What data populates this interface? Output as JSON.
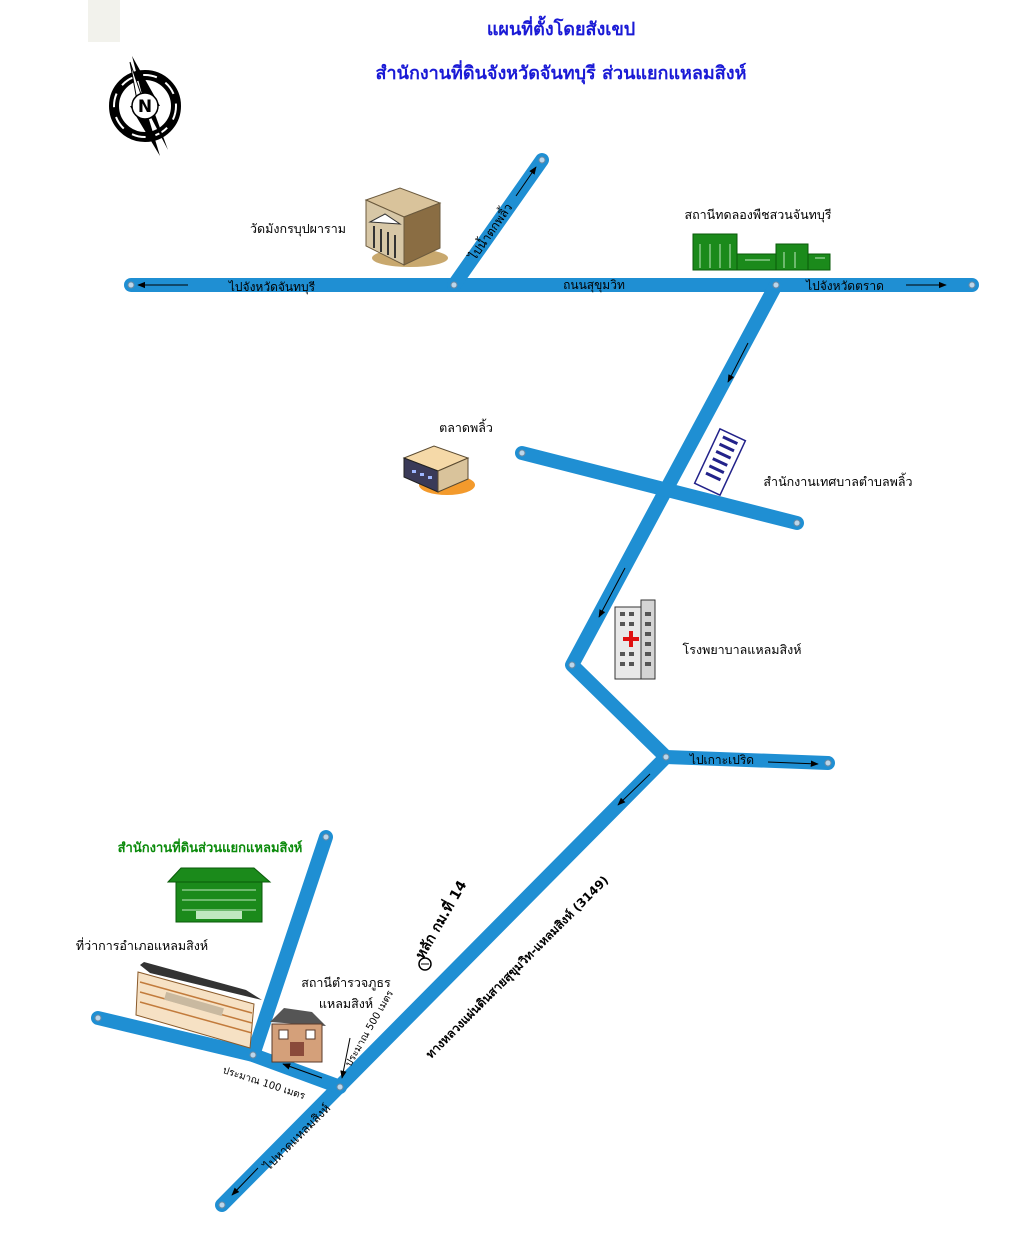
{
  "title": "แผนที่ตั้งโดยสังเขป",
  "subtitle": "สำนักงานที่ดินจังหวัดจันทบุรี  ส่วนแยกแหลมสิงห์",
  "compass_letter": "N",
  "roads": {
    "to_chanthaburi": "ไปจังหวัดจันทบุรี",
    "sukhumvit": "ถนนสุขุมวิท",
    "to_trat": "ไปจังหวัดตราด",
    "to_namtok_phlio": "ไปน้ำตกพลิ้ว",
    "to_ko_pet": "ไปเกาะเปริด",
    "hwy_3149": "ทางหลวงแผ่นดินสายสุขุมวิท-แหลมสิงห์ (3149)",
    "to_beach": "ไปหาดแหลมสิงห์"
  },
  "landmarks": {
    "wat": "วัดมังกรบุปผาราม",
    "research_station": "สถานีทดลองพืชสวนจันทบุรี",
    "market": "ตลาดพลิ้ว",
    "municipal_office": "สำนักงานเทศบาลตำบลพลิ้ว",
    "hospital": "โรงพยาบาลแหลมสิงห์",
    "land_office": "สำนักงานที่ดินส่วนแยกแหลมสิงห์",
    "district_office": "ที่ว่าการอำเภอแหลมสิงห์",
    "police_line1": "สถานีตำรวจภูธร",
    "police_line2": "แหลมสิงห์"
  },
  "distances": {
    "km_marker": "หลัก กม.ที่ 14",
    "approx_500": "ประมาณ 500 เมตร",
    "approx_100": "ประมาณ 100 เมตร"
  },
  "colors": {
    "road": "#1f8fd3",
    "title": "#1a1ad6",
    "land_office": "#0a8a0a"
  }
}
